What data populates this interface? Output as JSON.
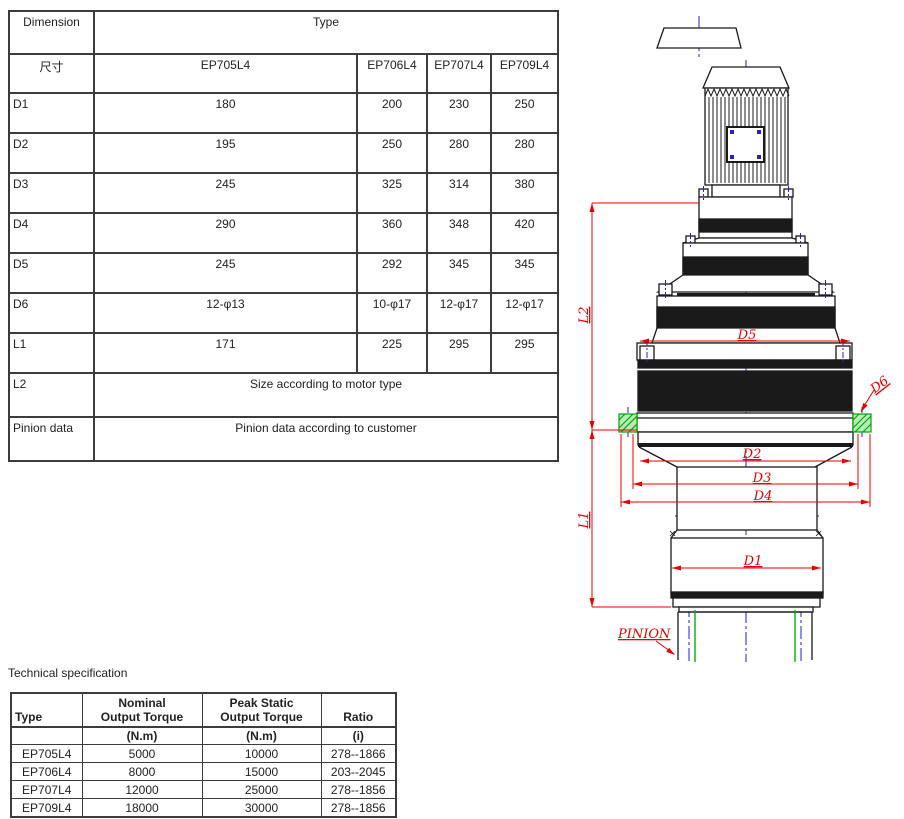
{
  "dimension_table": {
    "col1_header": "Dimension",
    "col1_header2": "尺寸",
    "type_header": "Type",
    "types": [
      "EP705L4",
      "EP706L4",
      "EP707L4",
      "EP709L4"
    ],
    "rows": [
      {
        "label": "D1",
        "values": [
          "180",
          "200",
          "230",
          "250"
        ]
      },
      {
        "label": "D2",
        "values": [
          "195",
          "250",
          "280",
          "280"
        ]
      },
      {
        "label": "D3",
        "values": [
          "245",
          "325",
          "314",
          "380"
        ]
      },
      {
        "label": "D4",
        "values": [
          "290",
          "360",
          "348",
          "420"
        ]
      },
      {
        "label": "D5",
        "values": [
          "245",
          "292",
          "345",
          "345"
        ]
      },
      {
        "label": "D6",
        "values": [
          "12-φ13",
          "10-φ17",
          "12-φ17",
          "12-φ17"
        ]
      },
      {
        "label": "L1",
        "values": [
          "171",
          "225",
          "295",
          "295"
        ]
      }
    ],
    "l2_label": "L2",
    "l2_value": "Size according to motor type",
    "pinion_label": "Pinion data",
    "pinion_value": "Pinion data according to customer"
  },
  "spec": {
    "title": "Technical specification",
    "headers": {
      "type": "Type",
      "nominal": "Nominal\nOutput Torque",
      "peak": "Peak Static\nOutput Torque",
      "ratio": "Ratio"
    },
    "units": {
      "type": "",
      "nominal": "(N.m)",
      "peak": "(N.m)",
      "ratio": "(i)"
    },
    "rows": [
      {
        "type": "EP705L4",
        "nominal": "5000",
        "peak": "10000",
        "ratio": "278--1866"
      },
      {
        "type": "EP706L4",
        "nominal": "8000",
        "peak": "15000",
        "ratio": "203--2045"
      },
      {
        "type": "EP707L4",
        "nominal": "12000",
        "peak": "25000",
        "ratio": "278--1856"
      },
      {
        "type": "EP709L4",
        "nominal": "18000",
        "peak": "30000",
        "ratio": "278--1856"
      }
    ]
  },
  "drawing": {
    "labels": {
      "d1": "D1",
      "d2": "D2",
      "d3": "D3",
      "d4": "D4",
      "d5": "D5",
      "d6": "D6",
      "l1": "L1",
      "l2": "L2",
      "pinion": "PINION"
    },
    "colors": {
      "dimension_red": "#e80000",
      "centerline_blue": "#2222c8",
      "pitch_green": "#00a800",
      "outline_black": "#1a1a1a"
    }
  }
}
